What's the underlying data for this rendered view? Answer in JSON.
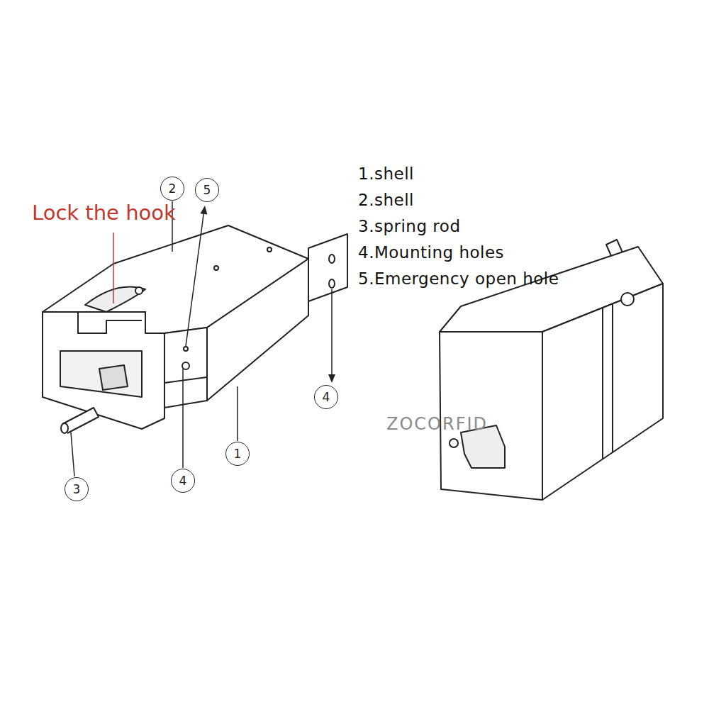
{
  "diagram": {
    "nodes": [
      {
        "text": [
          "2"
        ]
      },
      {
        "text": [
          "5"
        ]
      },
      {
        "text": [
          "4"
        ]
      },
      {
        "text": [
          "1"
        ]
      },
      {
        "text": [
          "4"
        ]
      },
      {
        "text": [
          "3"
        ]
      }
    ],
    "labels": [
      "Lock the hook",
      "1.shell",
      "2.shell",
      "3.spring rod",
      "4.Mounting holes",
      "5.Emergency open hole",
      "ZOCORFID"
    ]
  }
}
